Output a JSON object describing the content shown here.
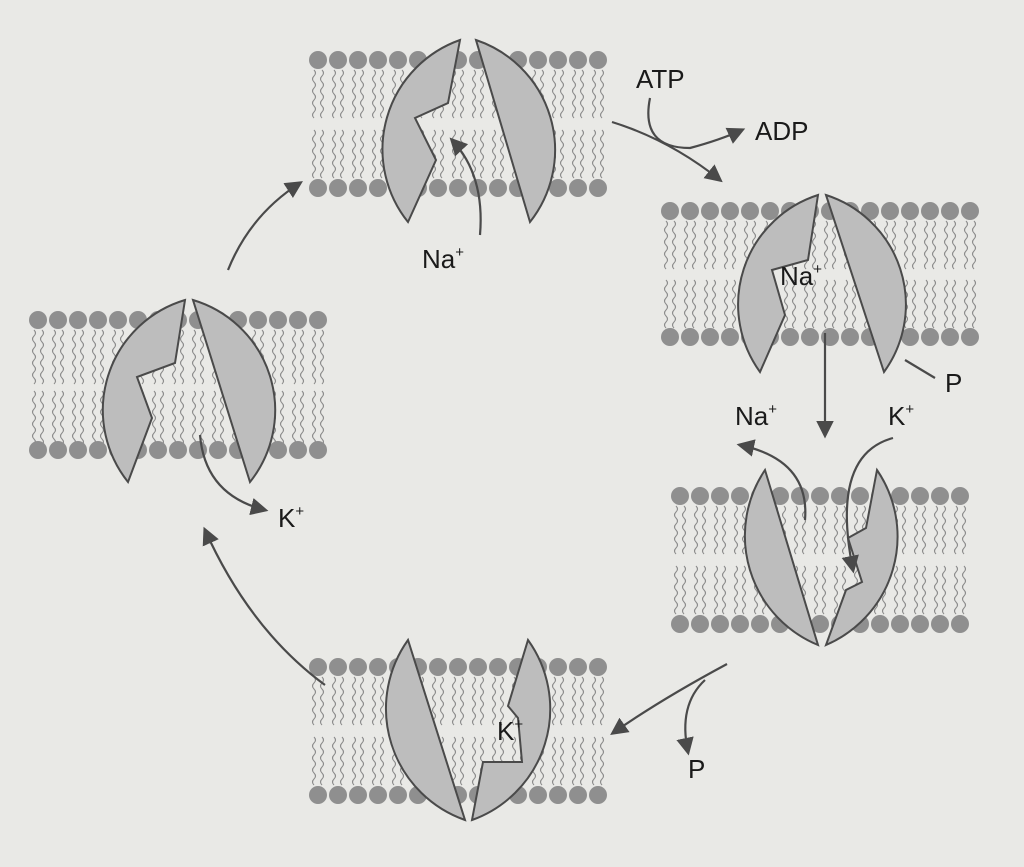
{
  "labels": {
    "top_na": "Na",
    "atp": "ATP",
    "adp": "ADP",
    "right_na": "Na",
    "p_bound": "P",
    "released_na": "Na",
    "entering_k": "K",
    "bottom_k": "K",
    "released_p": "P",
    "left_k": "K",
    "plus": "+"
  },
  "colors": {
    "protein_fill": "#bdbdbd",
    "outline": "#4a4a4a",
    "lipid_head": "#8f8f8f",
    "background": "#e9e9e6"
  }
}
